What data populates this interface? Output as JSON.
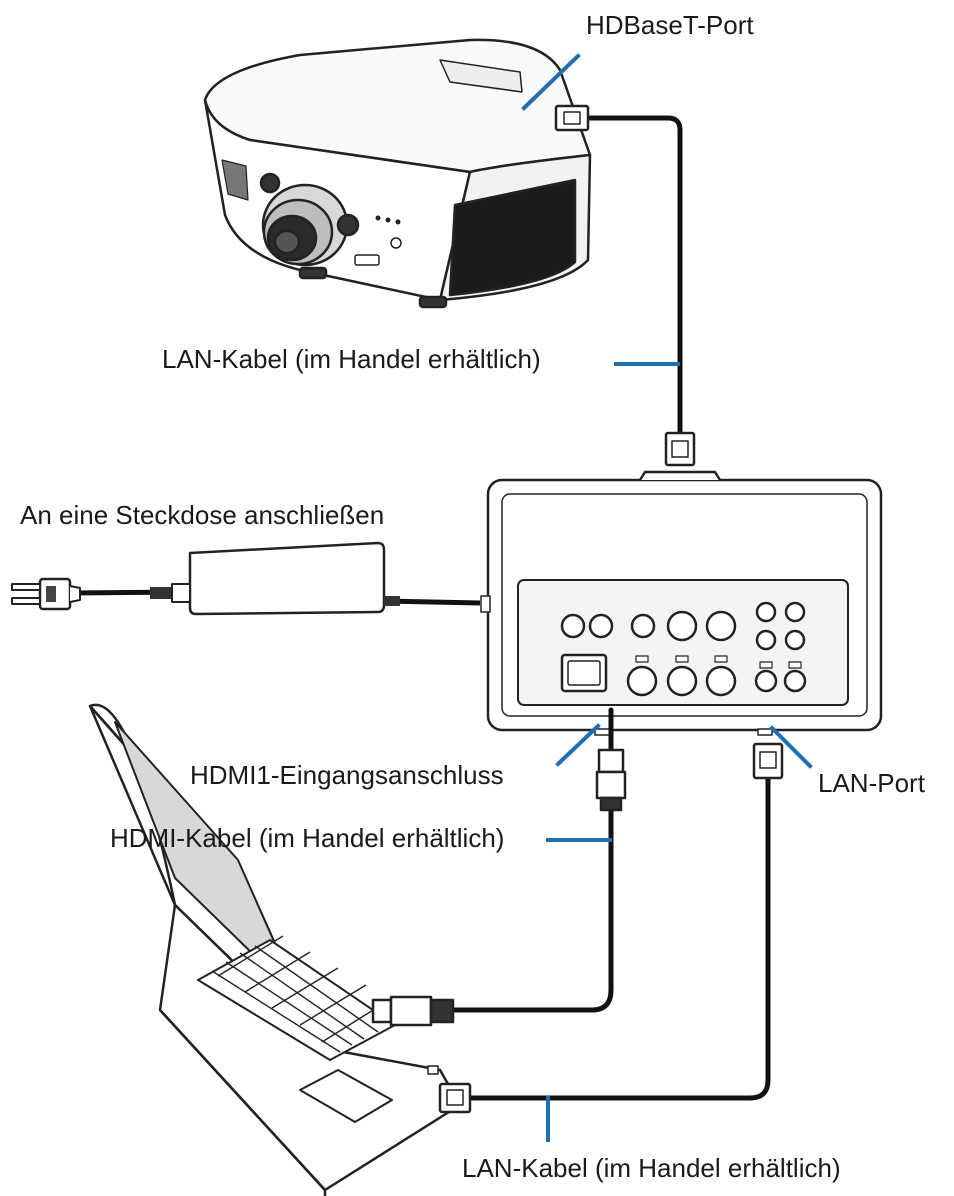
{
  "labels": {
    "hdbaset_port": "HDBaseT-Port",
    "lan_cable_top": "LAN-Kabel (im Handel erhältlich)",
    "power_outlet": "An eine Steckdose anschließen",
    "hdmi1_input": "HDMI1-Eingangsanschluss",
    "lan_port": "LAN-Port",
    "hdmi_cable": "HDMI-Kabel (im Handel erhältlich)",
    "lan_cable_bottom": "LAN-Kabel (im Handel erhältlich)"
  },
  "colors": {
    "leader_line": "#1f6fb5",
    "cable": "#111111",
    "outline": "#222222",
    "panel_fill": "#f4f4f4"
  }
}
